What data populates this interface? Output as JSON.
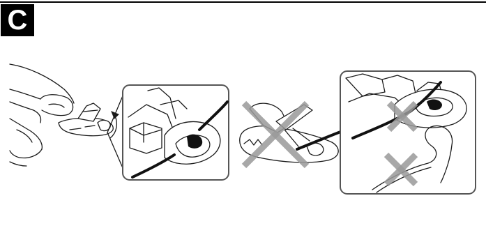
{
  "section": {
    "label": "C"
  },
  "colors": {
    "ink": "#1a1a1a",
    "frame": "#555555",
    "cross": "#9a9a9a",
    "badge": "#000000"
  },
  "figures": [
    {
      "name": "hand-attaching-clip",
      "icon": "hand-with-clip-icon"
    },
    {
      "name": "correct-detail",
      "icon": "cord-in-groove-detail-icon"
    },
    {
      "name": "incorrect-clip",
      "icon": "incorrect-mark-icon"
    },
    {
      "name": "incorrect-detail",
      "icon": "incorrect-mark-icon"
    }
  ]
}
